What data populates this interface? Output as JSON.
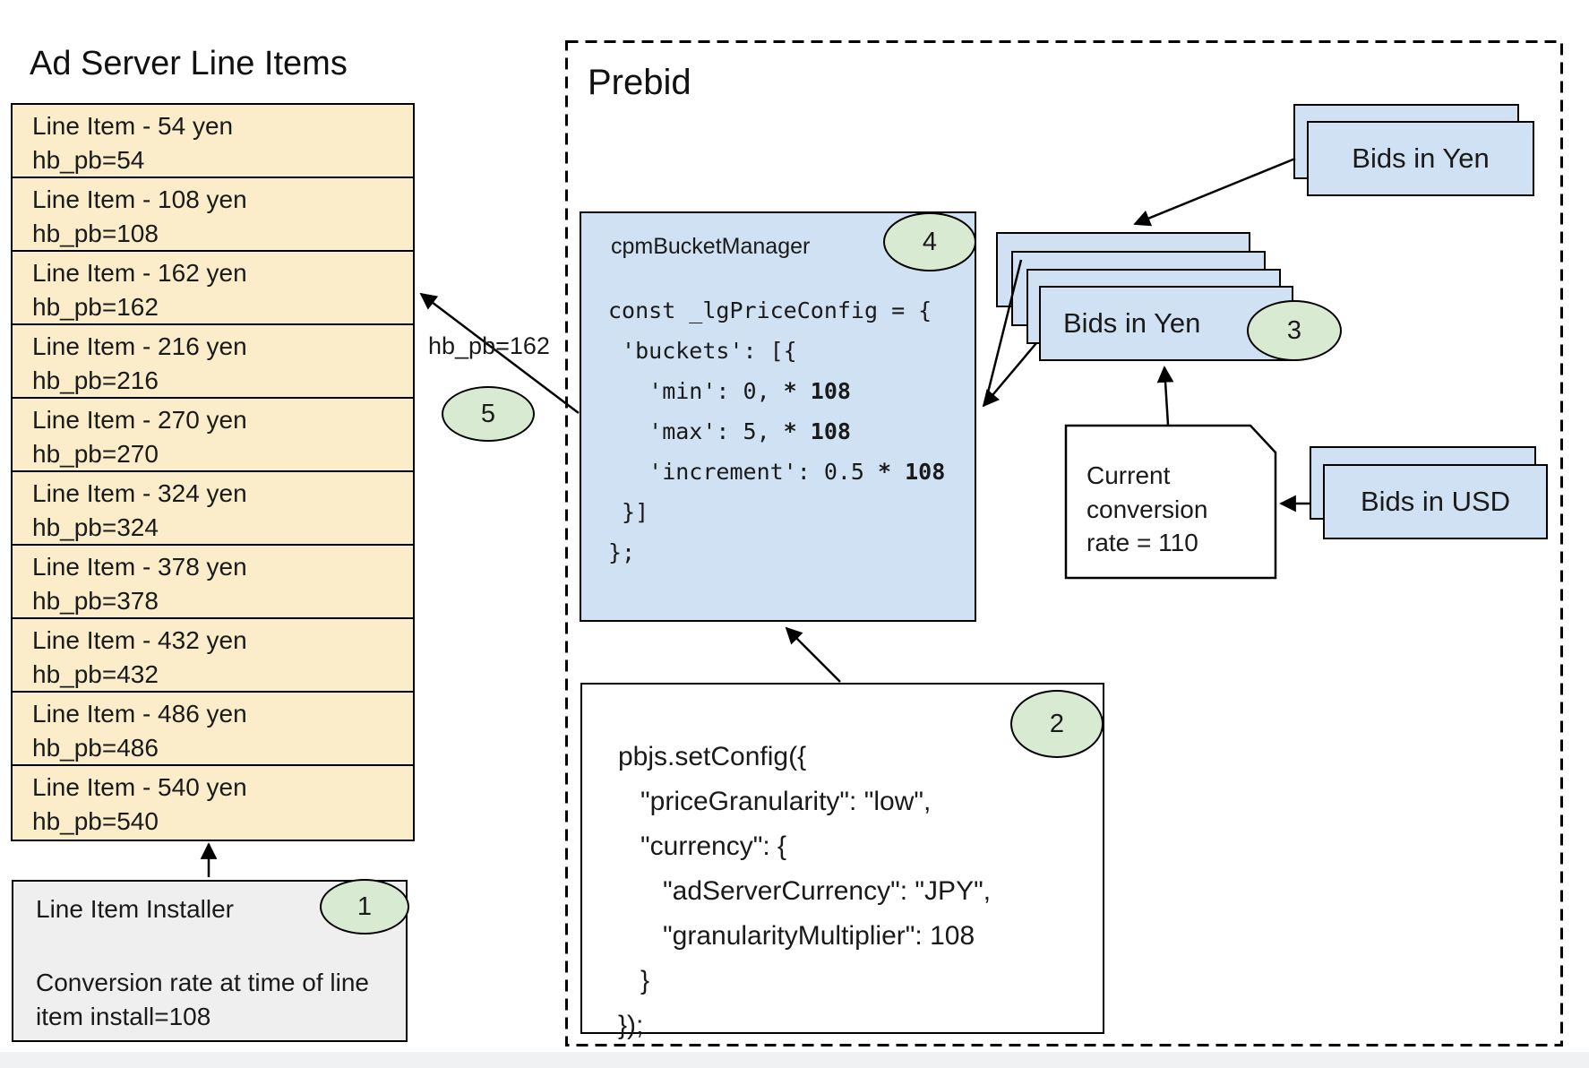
{
  "colors": {
    "cream": "#fbedca",
    "blue": "#cfe1f2",
    "green": "#d9ead3",
    "gray": "#efefef",
    "border": "#000000",
    "bg": "#ffffff",
    "strip": "#f0f1f3"
  },
  "left_panel": {
    "title": "Ad Server Line Items",
    "line_items": [
      {
        "label": "Line Item - 54 yen",
        "kv": "hb_pb=54"
      },
      {
        "label": "Line Item - 108 yen",
        "kv": "hb_pb=108"
      },
      {
        "label": "Line Item - 162 yen",
        "kv": "hb_pb=162"
      },
      {
        "label": "Line Item - 216 yen",
        "kv": "hb_pb=216"
      },
      {
        "label": "Line Item - 270 yen",
        "kv": "hb_pb=270"
      },
      {
        "label": "Line Item - 324 yen",
        "kv": "hb_pb=324"
      },
      {
        "label": "Line Item - 378 yen",
        "kv": "hb_pb=378"
      },
      {
        "label": "Line Item - 432 yen",
        "kv": "hb_pb=432"
      },
      {
        "label": "Line Item - 486 yen",
        "kv": "hb_pb=486"
      },
      {
        "label": "Line Item - 540 yen",
        "kv": "hb_pb=540"
      }
    ],
    "installer": {
      "title": "Line Item Installer",
      "badge": "1",
      "note": "Conversion rate at time of line item install=108"
    }
  },
  "prebid": {
    "title": "Prebid",
    "cpm_box": {
      "title": "cpmBucketManager",
      "badge": "4",
      "code": [
        {
          "t": "const _lgPriceConfig = {",
          "b": ""
        },
        {
          "t": " 'buckets': [{",
          "b": ""
        },
        {
          "t": "   'min': 0, ",
          "b": "* 108"
        },
        {
          "t": "   'max': 5, ",
          "b": "* 108"
        },
        {
          "t": "   'increment': 0.5 ",
          "b": "* 108"
        },
        {
          "t": " }]",
          "b": ""
        },
        {
          "t": "};",
          "b": ""
        }
      ]
    },
    "config_box": {
      "badge": "2",
      "code": [
        "pbjs.setConfig({",
        "   \"priceGranularity\": \"low\",",
        "   \"currency\": {",
        "      \"adServerCurrency\": \"JPY\",",
        "      \"granularityMultiplier\": 108",
        "   }",
        "});"
      ]
    },
    "bids_yen_incoming": {
      "label": "Bids in Yen"
    },
    "bids_yen_converted": {
      "label": "Bids in Yen",
      "badge": "3"
    },
    "bids_usd": {
      "label": "Bids in USD"
    },
    "conversion_note": {
      "text": "Current conversion rate = 110"
    },
    "edge_label": "hb_pb=162",
    "edge_badge": "5"
  }
}
